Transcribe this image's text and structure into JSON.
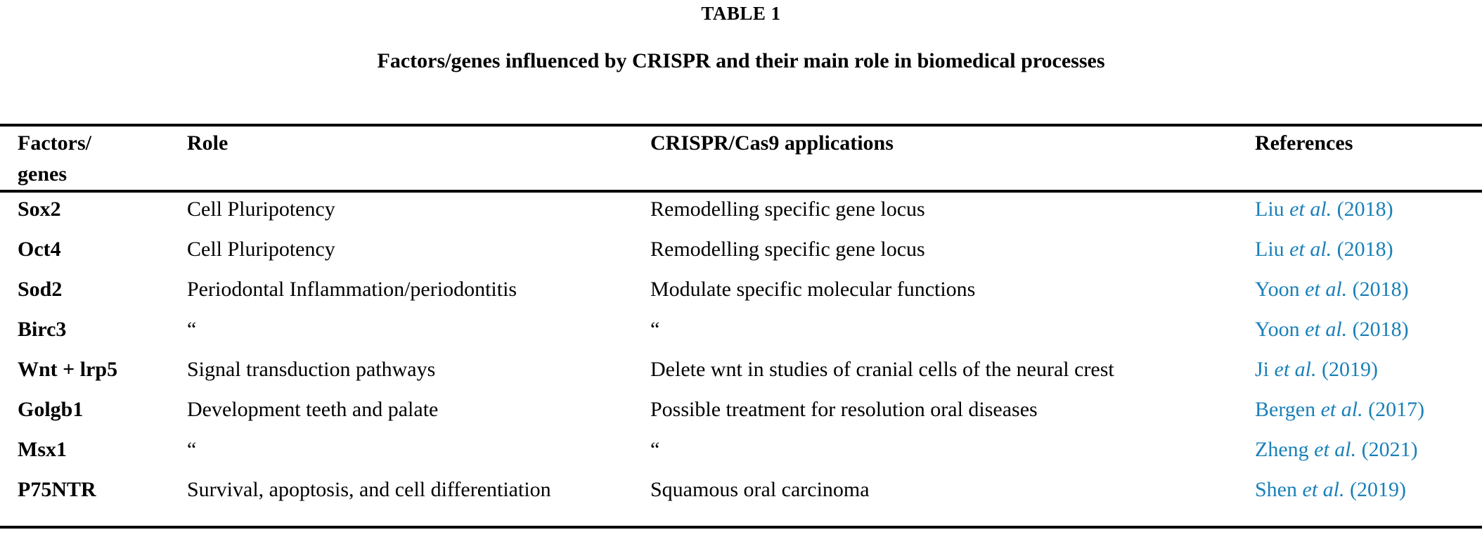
{
  "caption": {
    "number": "TABLE 1",
    "title": "Factors/genes influenced by CRISPR and their main role in biomedical processes"
  },
  "colors": {
    "reference_link": "#1a80b8",
    "text": "#000000",
    "rule": "#000000",
    "background": "#ffffff"
  },
  "table": {
    "headers": {
      "gene": "Factors/\ngenes",
      "role": "Role",
      "application": "CRISPR/Cas9 applications",
      "reference": "References"
    },
    "rows": [
      {
        "gene": "Sox2",
        "role": "Cell Pluripotency",
        "application": "Remodelling specific gene locus",
        "ref_author": "Liu ",
        "ref_etal": "et al.",
        "ref_year": " (2018)"
      },
      {
        "gene": "Oct4",
        "role": "Cell Pluripotency",
        "application": "Remodelling specific gene locus",
        "ref_author": "Liu ",
        "ref_etal": "et al.",
        "ref_year": " (2018)"
      },
      {
        "gene": "Sod2",
        "role": "Periodontal Inflammation/periodontitis",
        "application": "Modulate specific molecular functions",
        "ref_author": "Yoon ",
        "ref_etal": "et al.",
        "ref_year": " (2018)"
      },
      {
        "gene": "Birc3",
        "role": "“",
        "application": "“",
        "ref_author": "Yoon ",
        "ref_etal": "et al.",
        "ref_year": " (2018)"
      },
      {
        "gene": "Wnt + lrp5",
        "role": "Signal transduction pathways",
        "application": "Delete wnt in studies of cranial cells of the neural crest",
        "ref_author": "Ji ",
        "ref_etal": "et al.",
        "ref_year": " (2019)"
      },
      {
        "gene": "Golgb1",
        "role": "Development teeth and palate",
        "application": "Possible treatment for resolution oral diseases",
        "ref_author": "Bergen ",
        "ref_etal": "et al.",
        "ref_year": " (2017)"
      },
      {
        "gene": "Msx1",
        "role": "“",
        "application": "“",
        "ref_author": "Zheng ",
        "ref_etal": "et al.",
        "ref_year": " (2021)"
      },
      {
        "gene": "P75NTR",
        "role": "Survival, apoptosis, and cell differentiation",
        "application": "Squamous oral carcinoma",
        "ref_author": "Shen ",
        "ref_etal": "et al.",
        "ref_year": " (2019)"
      }
    ]
  }
}
